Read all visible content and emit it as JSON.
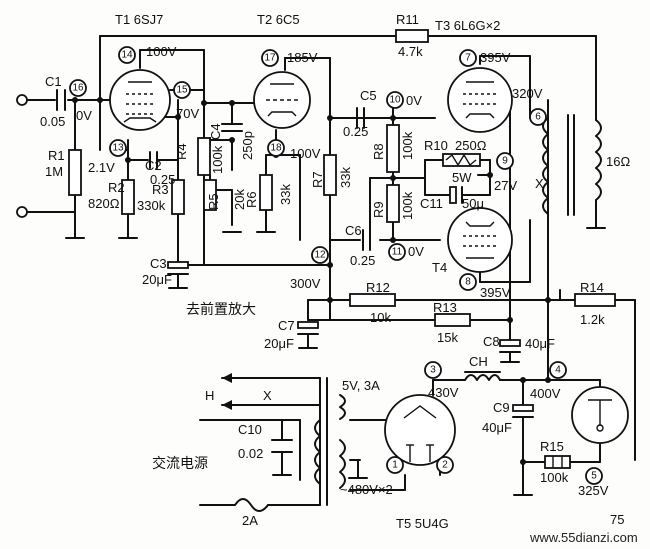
{
  "tubes": {
    "t1": "T1 6SJ7",
    "t2": "T2 6C5",
    "t3": "T3 6L6G×2",
    "t4": "T4",
    "t5": "T5 5U4G"
  },
  "resistors": {
    "r1_name": "R1",
    "r1_val": "1M",
    "r2_name": "R2",
    "r2_val": "820Ω",
    "r3_name": "R3",
    "r3_val": "330k",
    "r4_name": "R4",
    "r4_val": "100k",
    "r5_name": "R5",
    "r5_val": "20k",
    "r6_name": "R6",
    "r6_val": "33k",
    "r7_name": "R7",
    "r7_val": "33k",
    "r8_name": "R8",
    "r8_val": "100k",
    "r9_name": "R9",
    "r9_val": "100k",
    "r10_name": "R10",
    "r10_val": "250Ω",
    "r10_power": "5W",
    "r11_name": "R11",
    "r11_val": "4.7k",
    "r12_name": "R12",
    "r12_val": "10k",
    "r13_name": "R13",
    "r13_val": "15k",
    "r14_name": "R14",
    "r14_val": "1.2k",
    "r15_name": "R15",
    "r15_val": "100k"
  },
  "capacitors": {
    "c1_name": "C1",
    "c1_val": "0.05",
    "c2_name": "C2",
    "c2_val": "0.25",
    "c3_name": "C3",
    "c3_val": "20μF",
    "c4_name": "C4",
    "c4_val": "250p",
    "c5_name": "C5",
    "c5_val": "0.25",
    "c6_name": "C6",
    "c6_val": "0.25",
    "c7_name": "C7",
    "c7_val": "20μF",
    "c8_name": "C8",
    "c8_val": "40μF",
    "c9_name": "C9",
    "c9_val": "40μF",
    "c10_name": "C10",
    "c10_val": "0.02",
    "c11_name": "C11",
    "c11_val": "50μ"
  },
  "voltages": {
    "v14": "100V",
    "v15": "70V",
    "v13": "2.1V",
    "v16": "0V",
    "v17": "185V",
    "v18": "100V",
    "v7": "395V",
    "v10": "0V",
    "v9": "27V",
    "v11": "0V",
    "v_320": "320V",
    "v8": "395V",
    "v12": "300V",
    "v3": "430V",
    "v4": "400V",
    "v5": "325V"
  },
  "nodes": [
    "1",
    "2",
    "3",
    "4",
    "5",
    "6",
    "7",
    "8",
    "9",
    "10",
    "11",
    "12",
    "13",
    "14",
    "15",
    "16",
    "17",
    "18"
  ],
  "labels": {
    "ch": "CH",
    "speaker": "16Ω",
    "x_out": "X",
    "pre_amp": "去前置放大",
    "ac_source": "交流电源",
    "fuse": "2A",
    "h": "H",
    "x": "X",
    "fil": "5V, 3A",
    "hv": "~480V×2",
    "watermark": "www.55dianzi.com",
    "corner": "75"
  }
}
